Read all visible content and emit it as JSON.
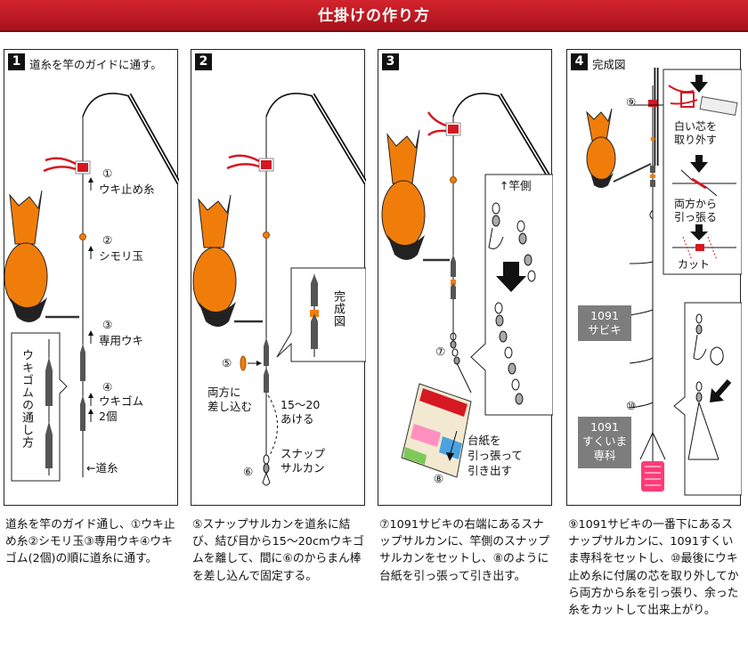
{
  "header": {
    "title": "仕掛けの作り方"
  },
  "panels": [
    {
      "number": "1",
      "title": "道糸を竿のガイドに通す。",
      "labels": {
        "l1": "①",
        "l1b": "ウキ止め糸",
        "l2": "②",
        "l2b": "シモリ玉",
        "l3": "③",
        "l3b": "専用ウキ",
        "l4": "④",
        "l4b": "ウキゴム",
        "l4c": "2個",
        "line": "←道糸",
        "vertical": "ウキゴムの通し方"
      },
      "description": "道糸を竿のガイド通し、①ウキ止め糸②シモリ玉③専用ウキ④ウキゴム(2個)の順に道糸に通す。"
    },
    {
      "number": "2",
      "title": "",
      "labels": {
        "l5": "⑤",
        "l6": "⑥",
        "both": "両方に\n差し込む",
        "gap": "15〜20\nあける",
        "snap": "スナップ\nサルカン",
        "done": "完成図"
      },
      "description": "⑤スナップサルカンを道糸に結び、結び目から15〜20cmウキゴムを離して、間に⑥のからまん棒を差し込んで固定する。"
    },
    {
      "number": "3",
      "title": "",
      "labels": {
        "l7": "⑦",
        "l8": "⑧",
        "rod": "↑竿側",
        "pull": "台紙を\n引っ張って\n引き出す"
      },
      "description": "⑦1091サビキの右端にあるスナップサルカンに、竿側のスナップサルカンをセットし、⑧のように台紙を引っ張って引き出す。"
    },
    {
      "number": "4",
      "title": "完成図",
      "labels": {
        "l9": "⑨",
        "l10": "⑩",
        "white": "白い芯を\n取り外す",
        "both": "両方から\n引っ張る",
        "cut": "カット",
        "sabiki": "1091\nサビキ",
        "sukuima": "1091\nすくいま\n専科"
      },
      "description": "⑨1091サビキの一番下にあるスナップサルカンに、1091すくいま専科をセットし、⑩最後にウキ止め糸に付属の芯を取り外してから両方から糸を引っ張り、余った糸をカットして出来上がり。"
    }
  ],
  "colors": {
    "accent": "#c0161f",
    "float": "#f07d0a",
    "rubber": "#555555",
    "gray_box": "#7d7d7d",
    "tag": "#ff3c78"
  }
}
